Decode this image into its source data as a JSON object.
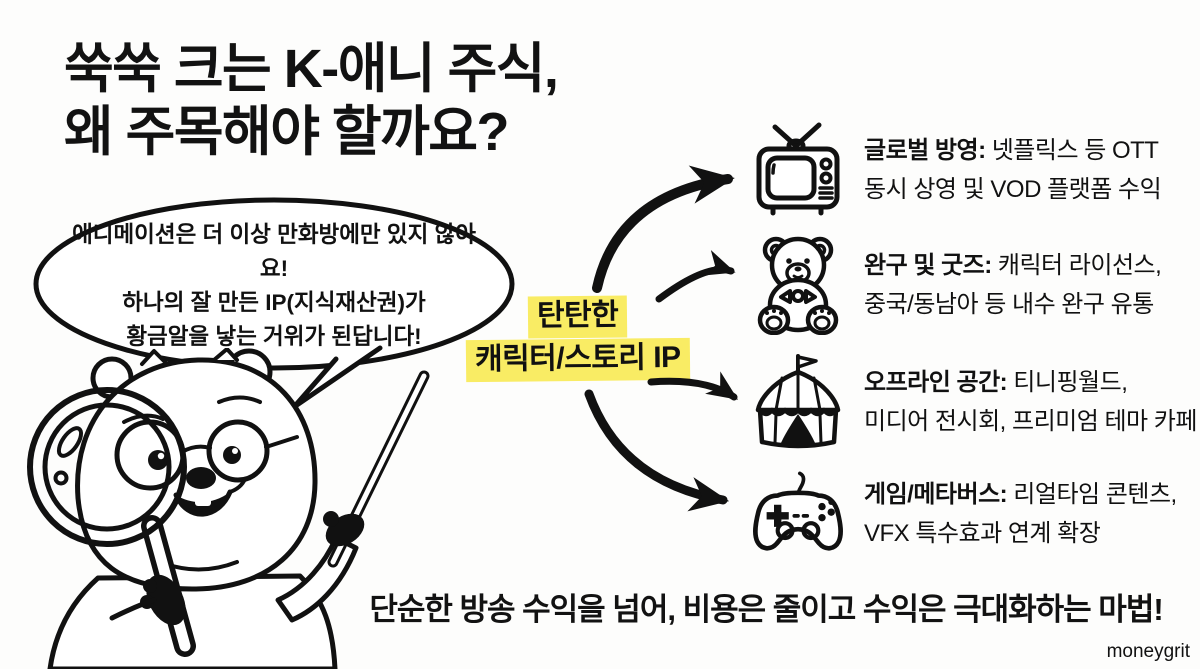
{
  "page": {
    "background": "#fdfdfc",
    "ink": "#111111",
    "highlight_yellow": "#f9ec64"
  },
  "title": {
    "line1": "쑥쑥 크는 K-애니 주식,",
    "line2": "왜 주목해야 할까요?"
  },
  "speech_bubble": {
    "line1": "애니메이션은 더 이상 만화방에만 있지 않아요!",
    "line2": "하나의 잘 만든 IP(지식재산권)가",
    "line3": "황금알을 낳는 거위가 된답니다!"
  },
  "character": {
    "icon": "quokka-mascot-with-magnifying-glass-icon"
  },
  "center_label": {
    "line1": "탄탄한",
    "line2": "캐릭터/스토리 IP"
  },
  "streams": {
    "items": [
      {
        "icon": "tv-icon",
        "label": "글로벌 방영:",
        "line1_rest": " 넷플릭스 등 OTT",
        "line2": "동시 상영 및 VOD 플랫폼 수익"
      },
      {
        "icon": "teddy-bear-icon",
        "label": "완구 및 굿즈:",
        "line1_rest": " 캐릭터 라이선스,",
        "line2": "중국/동남아 등 내수 완구 유통"
      },
      {
        "icon": "circus-tent-icon",
        "label": "오프라인 공간:",
        "line1_rest": " 티니핑월드,",
        "line2": "미디어 전시회, 프리미엄 테마 카페"
      },
      {
        "icon": "game-controller-icon",
        "label": "게임/메타버스:",
        "line1_rest": " 리얼타임 콘텐츠,",
        "line2": "VFX 특수효과 연계 확장"
      }
    ]
  },
  "tagline": "단순한 방송 수익을 넘어, 비용은 줄이고 수익은 극대화하는 마법!",
  "watermark": "moneygrit"
}
